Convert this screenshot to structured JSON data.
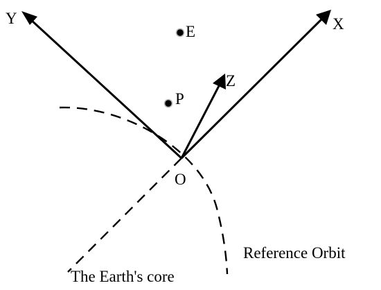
{
  "axes": {
    "x_label": "X",
    "y_label": "Y",
    "z_label": "Z",
    "origin_label": "O"
  },
  "points": {
    "e_label": "E",
    "p_label": "P"
  },
  "curves": {
    "reference_orbit_label": "Reference Orbit",
    "earth_core_label": "The Earth's core"
  },
  "colors": {
    "ink": "#000000",
    "point_outline": "#b8b8b8",
    "background": "#ffffff"
  }
}
